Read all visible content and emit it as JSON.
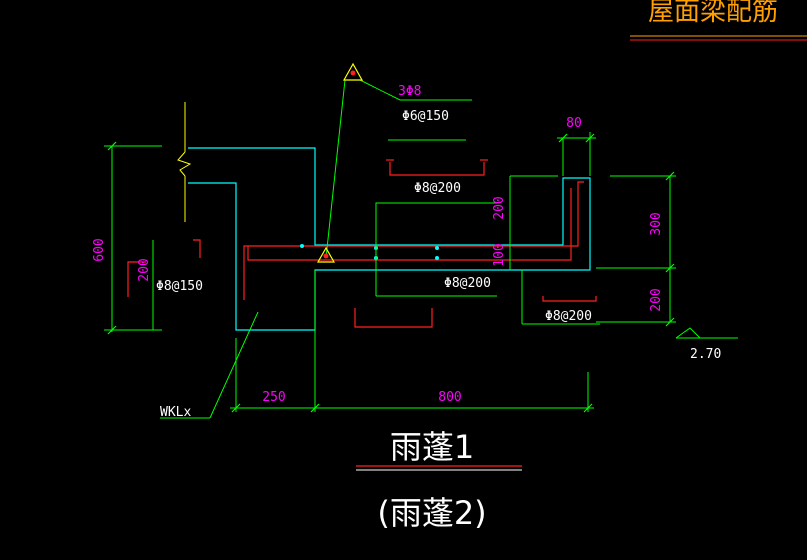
{
  "header": {
    "title_fragment": "屋面梁配筋"
  },
  "labels": {
    "top_bars": "3Φ8",
    "stirrups": "Φ6@150",
    "canopy_top_bar": "Φ8@200",
    "canopy_bottom_bar": "Φ8@200",
    "left_bar": "Φ8@150",
    "right_bar": "Φ8@200",
    "beam_name": "WKLx"
  },
  "dimensions": {
    "total_height": "600",
    "left_step": "200",
    "slab_upper": "200",
    "slab_lower": "100",
    "edge_top": "80",
    "edge_upper": "300",
    "edge_lower": "200",
    "beam_width": "250",
    "canopy_length": "800"
  },
  "elevation": {
    "value": "2.70"
  },
  "captions": {
    "primary": "雨蓬1",
    "secondary": "(雨蓬2)"
  },
  "colors": {
    "background": "#000000",
    "concrete_outline": "#00ffff",
    "rebar": "#ff2020",
    "dimension": "#00ff00",
    "text": "#ffffff",
    "dim_text": "#ff00ff",
    "marker": "#ffff00",
    "header_text": "#ffa000"
  }
}
